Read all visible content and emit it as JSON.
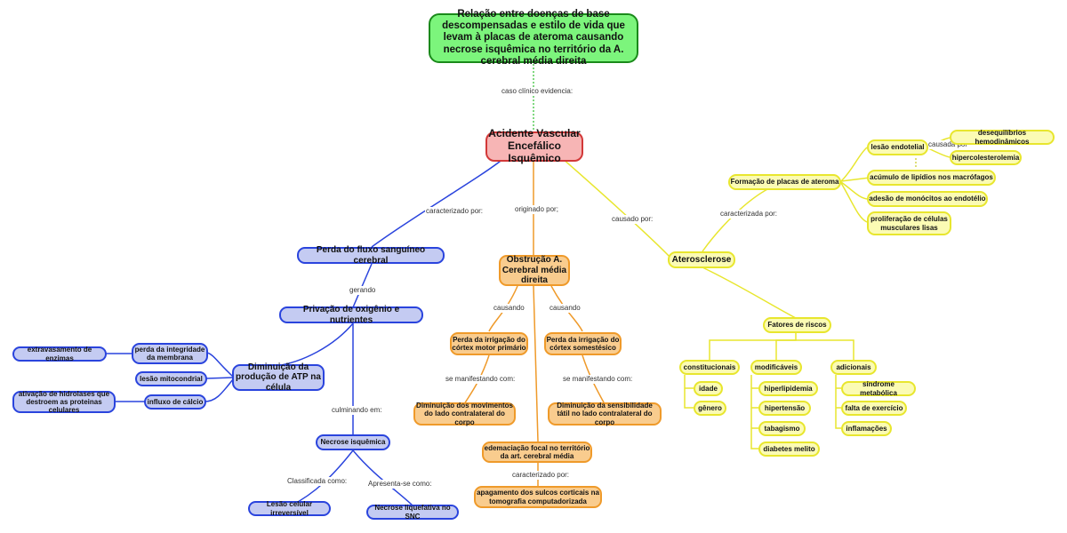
{
  "colors": {
    "central": "#7cf57c",
    "avc": "#f7b5b5",
    "blue_branch": "#2a44dd",
    "orange_branch": "#ef9a2a",
    "yellow_branch": "#e8e62e",
    "dotted_link": "#3cc43c"
  },
  "nodes": {
    "main_title": "Relação entre doenças de base descompensadas e estilo de vida que levam à placas de ateroma causando necrose isquêmica no território da A. cerebral média direita",
    "avc": "Acidente Vascular Encefálico Isquêmico",
    "perda_fluxo": "Perda do fluxo sanguíneo cerebral",
    "privacao": "Privação de oxigênio e nutrientes",
    "diminuicao_atp": "Diminuição da produção de ATP na célula",
    "perda_integridade": "perda da integridade da membrana",
    "lesao_mitocondrial": "lesão mitocondrial",
    "influxo_calcio": "influxo de cálcio",
    "extravasamento": "extravasamento de enzimas",
    "ativacao_hidrolases": "ativação de hidrolases que destroem as proteinas celulares",
    "necrose_isquemica": "Necrose isquêmica",
    "lesao_irreversivel": "Lesão celular irreversível",
    "necrose_liquefativa": "Necrose liquefativa no SNC",
    "obstrucao": "Obstrução A. Cerebral média direita",
    "perda_motor": "Perda da irrigação do córtex motor primário",
    "perda_somestesico": "Perda da irrigação do córtex somestésico",
    "dim_movimentos": "Diminuição dos movimentos do lado contralateral do corpo",
    "dim_sensibilidade": "Diminuição da sensibilidade tátil no lado contralateral do corpo",
    "edemaciacao": "edemaciação focal no território da art. cerebral média",
    "apagamento": "apagamento dos sulcos corticais na tomografia computadorizada",
    "aterosclerose": "Aterosclerose",
    "formacao_placas": "Formação de placas de ateroma",
    "lesao_endotelial": "lesão endotelial",
    "desequilibrios": "desequilíbrios hemodinâmicos",
    "hipercolesterolemia": "hipercolesterolemia",
    "acumulo_lipidios": "acúmulo de lipídios nos macrófagos",
    "adesao_monocitos": "adesão de monócitos ao endotélio",
    "proliferacao": "proliferação de células musculares lisas",
    "fatores_riscos": "Fatores de riscos",
    "constitucionais": "constitucionais",
    "idade": "idade",
    "genero": "gênero",
    "modificaveis": "modificáveis",
    "hiperlipidemia": "hiperlipidemia",
    "hipertensao": "hipertensão",
    "tabagismo": "tabagismo",
    "diabetes": "diabetes melito",
    "adicionais": "adicionais",
    "sindrome_metabolica": "síndrome metabólica",
    "falta_exercicio": "falta de exercício",
    "inflamacoes": "inflamações"
  },
  "links": {
    "caso_clinico": "caso clínico evidencia:",
    "caracterizado_por_1": "caracterizado por:",
    "originado_por": "originado por;",
    "causado_por": "causado por:",
    "gerando": "gerando",
    "culminando_em": "culminando em:",
    "classificada_como": "Classificada como:",
    "apresenta_se_como": "Apresenta-se como:",
    "causando_1": "causando",
    "causando_2": "causando",
    "se_manifestando_1": "se manifestando com:",
    "se_manifestando_2": "se manifestando com:",
    "caracterizado_por_2": "caracterizado por:",
    "caracterizada_por": "caracterizada por:",
    "causada_por": "causada por"
  }
}
